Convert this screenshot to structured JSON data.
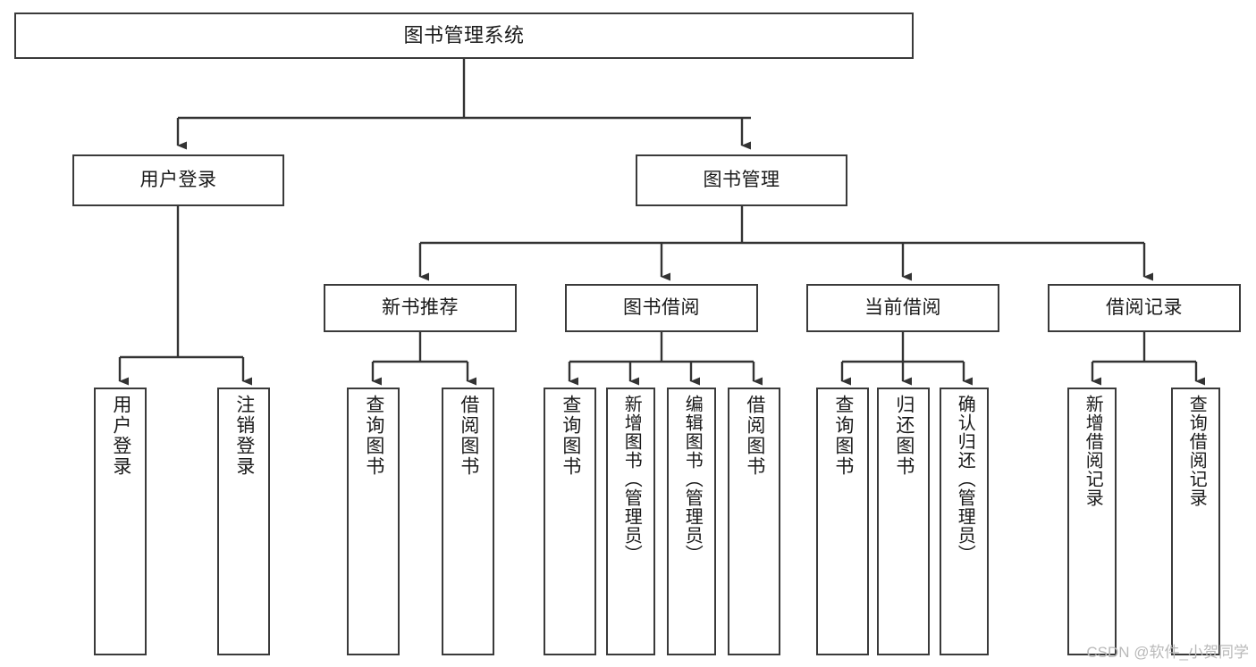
{
  "diagram": {
    "type": "tree-hierarchy-chart",
    "title": "图书管理系统",
    "colors": {
      "box_stroke": "#3a3a3a",
      "box_fill": "#ffffff",
      "edge": "#333333",
      "text": "#1a1a1a",
      "watermark": "#b9b9b9",
      "background": "#ffffff"
    },
    "watermark": "CSDN @软件_小贺同学",
    "levels": {
      "level0": {
        "label": "图书管理系统"
      },
      "level1": [
        {
          "id": "user-login",
          "label": "用户登录"
        },
        {
          "id": "book-manage",
          "label": "图书管理"
        }
      ],
      "level2": [
        {
          "id": "new-book-rec",
          "label": "新书推荐",
          "parent": "book-manage"
        },
        {
          "id": "book-borrow",
          "label": "图书借阅",
          "parent": "book-manage"
        },
        {
          "id": "current-borrow",
          "label": "当前借阅",
          "parent": "book-manage"
        },
        {
          "id": "borrow-record",
          "label": "借阅记录",
          "parent": "book-manage"
        }
      ],
      "leaves": [
        {
          "id": "leaf-user-login",
          "label": "用户登录",
          "parent": "user-login"
        },
        {
          "id": "leaf-logout",
          "label": "注销登录",
          "parent": "user-login"
        },
        {
          "id": "leaf-query-book-1",
          "label": "查询图书",
          "parent": "new-book-rec"
        },
        {
          "id": "leaf-borrow-book-1",
          "label": "借阅图书",
          "parent": "new-book-rec"
        },
        {
          "id": "leaf-query-book-2",
          "label": "查询图书",
          "parent": "book-borrow"
        },
        {
          "id": "leaf-add-book",
          "label": "新增图书（管理员）",
          "parent": "book-borrow"
        },
        {
          "id": "leaf-edit-book",
          "label": "编辑图书（管理员）",
          "parent": "book-borrow"
        },
        {
          "id": "leaf-borrow-book-2",
          "label": "借阅图书",
          "parent": "book-borrow"
        },
        {
          "id": "leaf-query-book-3",
          "label": "查询图书",
          "parent": "current-borrow"
        },
        {
          "id": "leaf-return-book",
          "label": "归还图书",
          "parent": "current-borrow"
        },
        {
          "id": "leaf-confirm-return",
          "label": "确认归还（管理员）",
          "parent": "current-borrow"
        },
        {
          "id": "leaf-add-record",
          "label": "新增借阅记录",
          "parent": "borrow-record"
        },
        {
          "id": "leaf-query-record",
          "label": "查询借阅记录",
          "parent": "borrow-record"
        }
      ]
    }
  }
}
